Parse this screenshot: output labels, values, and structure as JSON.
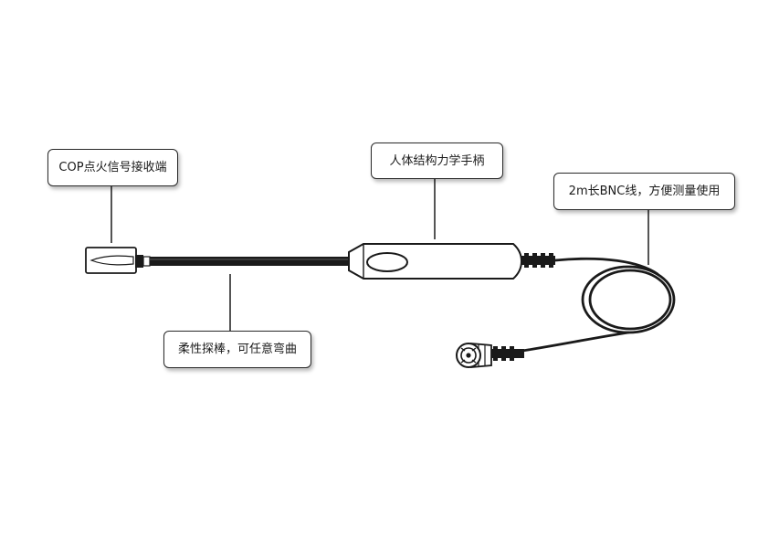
{
  "callouts": {
    "receiver": "COP点火信号接收端",
    "handle": "人体结构力学手柄",
    "cable": "2m长BNC线，方便测量使用",
    "probe": "柔性探棒，可任意弯曲"
  }
}
